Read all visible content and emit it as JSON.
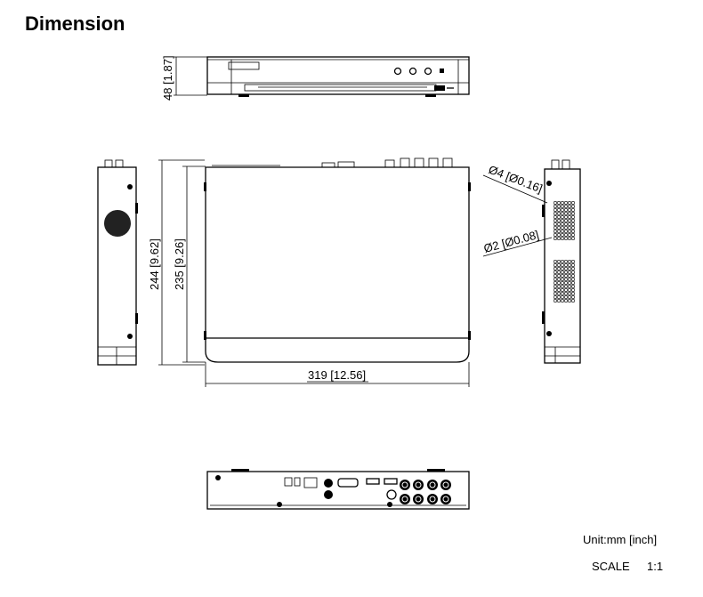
{
  "title": "Dimension",
  "dimensions": {
    "height": "48 [1.87]",
    "depth_overall": "244 [9.62]",
    "depth_body": "235 [9.26]",
    "width": "319 [12.56]",
    "vent_hole_large": "Ø4 [Ø0.16]",
    "vent_hole_small": "Ø2 [Ø0.08]"
  },
  "notes": {
    "unit": "Unit:mm [inch]",
    "scale_label": "SCALE",
    "scale_value": "1:1"
  }
}
